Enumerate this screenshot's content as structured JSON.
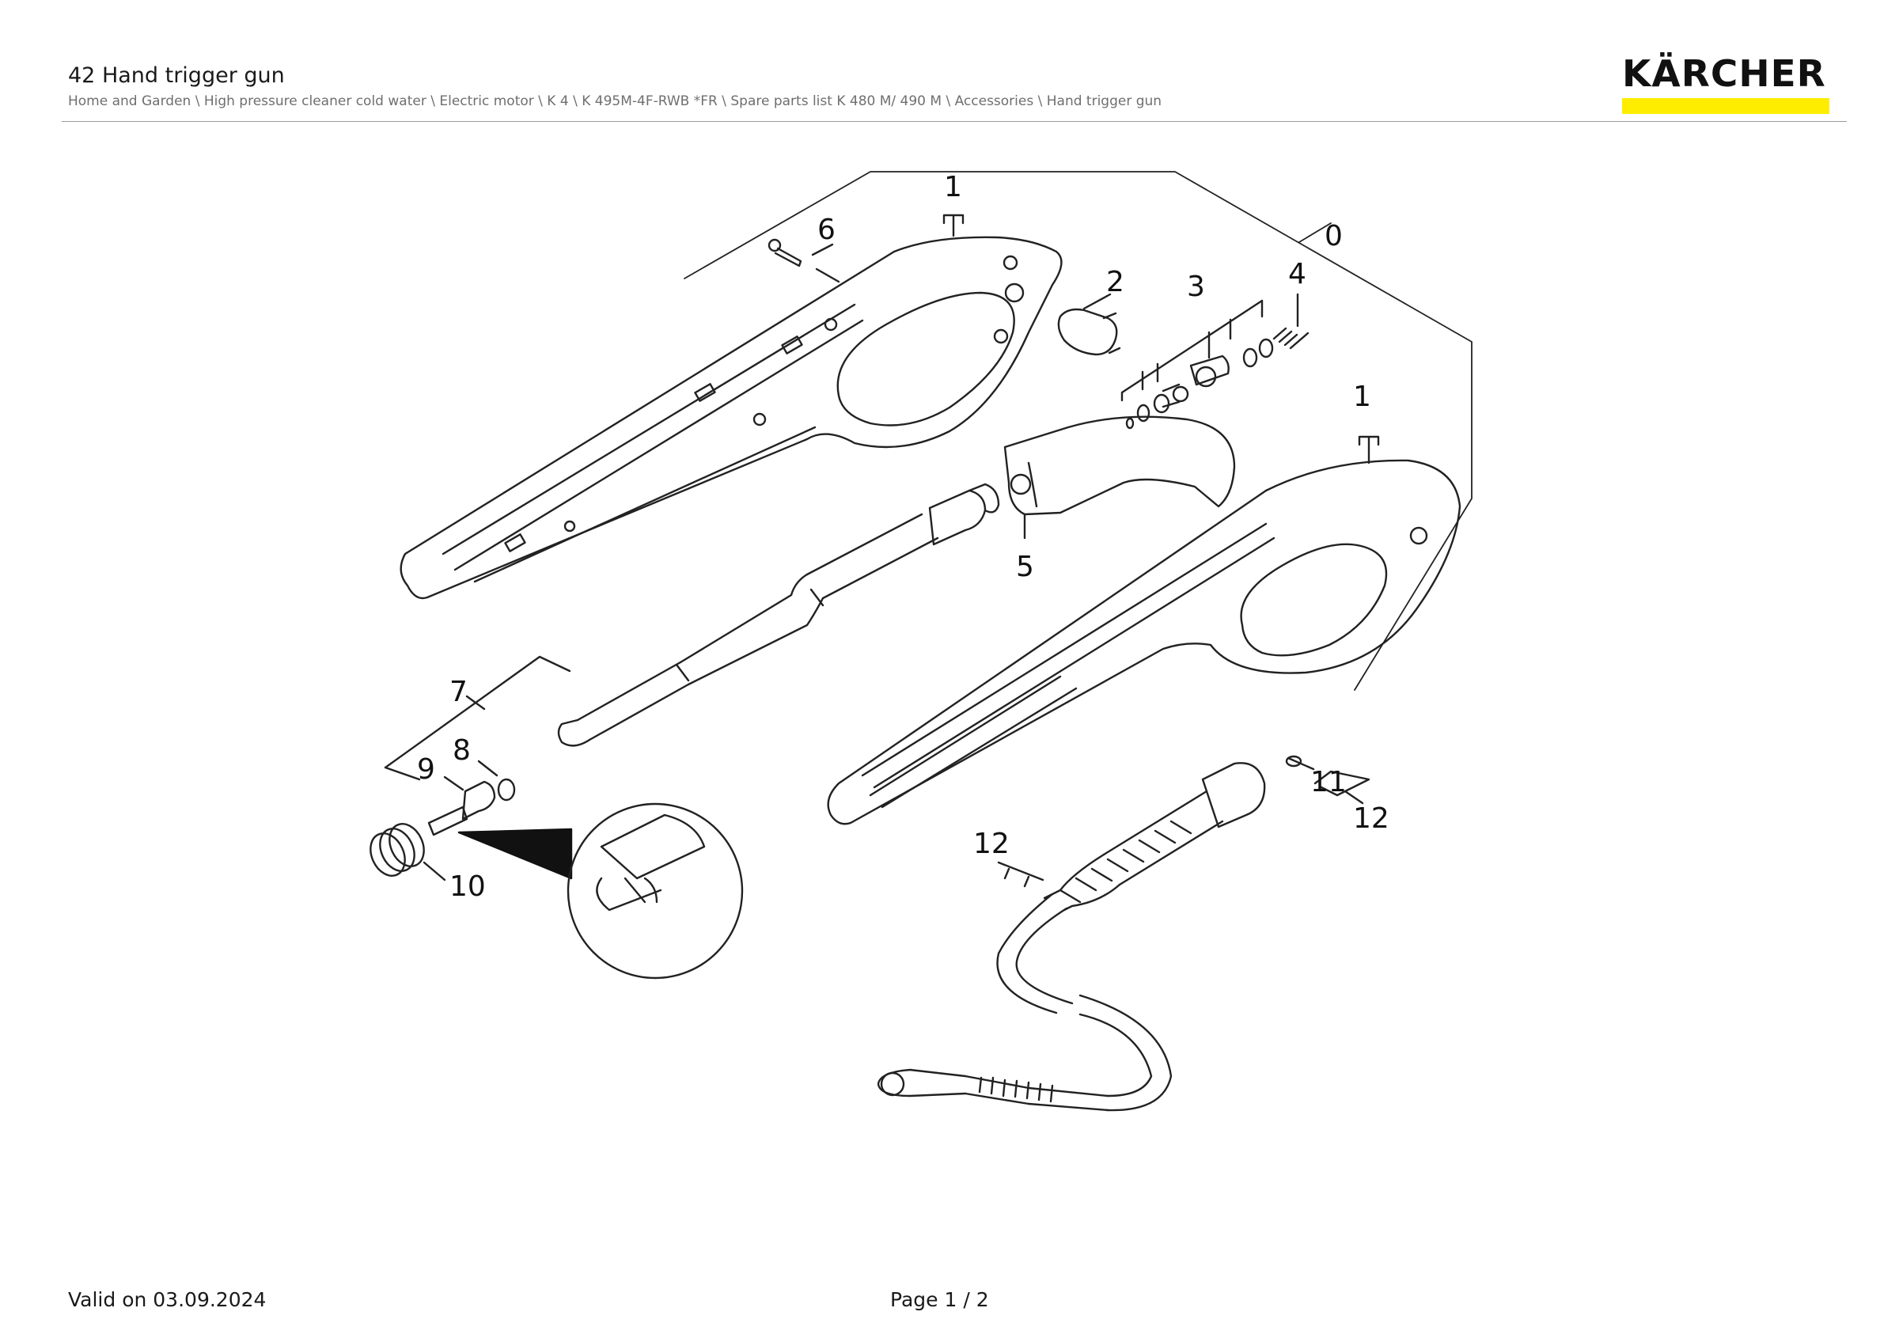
{
  "header": {
    "title": "42 Hand trigger gun",
    "breadcrumb": "Home and Garden \\ High pressure cleaner cold water \\ Electric motor \\ K 4 \\ K 495M-4F-RWB *FR \\ Spare parts list K 480 M/ 490 M \\ Accessories \\ Hand trigger gun",
    "brand": "KÄRCHER",
    "brand_color": "#ffed00"
  },
  "diagram": {
    "callouts": {
      "c0": "0",
      "c1a": "1",
      "c1b": "1",
      "c2": "2",
      "c3": "3",
      "c4": "4",
      "c5": "5",
      "c6": "6",
      "c7": "7",
      "c8": "8",
      "c9": "9",
      "c10": "10",
      "c11": "11",
      "c12a": "12",
      "c12b": "12"
    }
  },
  "footer": {
    "valid": "Valid on 03.09.2024",
    "page": "Page 1 / 2"
  }
}
